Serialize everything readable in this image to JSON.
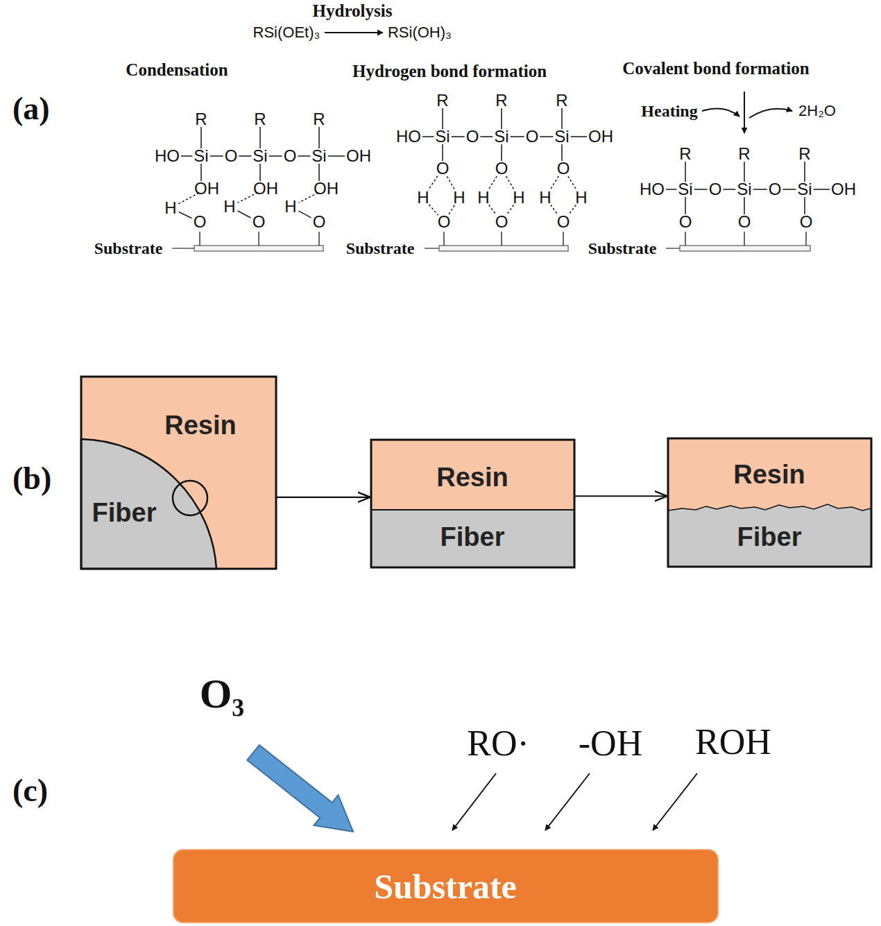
{
  "diagram": {
    "nodes": [
      {
        "text": [
          "Resin",
          "Fiber"
        ]
      },
      {
        "text": [
          "Resin",
          "Fiber"
        ]
      },
      {
        "text": [
          "Resin",
          "Fiber"
        ]
      },
      {
        "text": [
          "Substrate"
        ]
      }
    ],
    "edges": [
      {
        "from": 0,
        "to": 1,
        "arrow": "to"
      },
      {
        "from": 1,
        "to": 2,
        "arrow": "to"
      }
    ],
    "labels": [
      "(a)",
      "Hydrolysis",
      "RSi(OEt)₃",
      "RSi(OH)₃",
      "Condensation",
      "Hydrogen bond formation",
      "Covalent bond formation",
      "R",
      "R",
      "R",
      "HO",
      "Si",
      "O",
      "Si",
      "O",
      "Si",
      "OH",
      "OH",
      "OH",
      "OH",
      "H",
      "H",
      "H",
      "O",
      "O",
      "O",
      "Substrate",
      "R",
      "R",
      "R",
      "HO",
      "Si",
      "O",
      "Si",
      "O",
      "Si",
      "OH",
      "O",
      "O",
      "O",
      "H",
      "H",
      "H",
      "H",
      "H",
      "H",
      "O",
      "O",
      "O",
      "Substrate",
      "Heating",
      "2H₂O",
      "R",
      "R",
      "R",
      "HO",
      "Si",
      "O",
      "Si",
      "O",
      "Si",
      "OH",
      "O",
      "O",
      "O",
      "Substrate",
      "(b)",
      "(c)",
      "O₃",
      "RO·",
      "-OH",
      "ROH"
    ]
  }
}
